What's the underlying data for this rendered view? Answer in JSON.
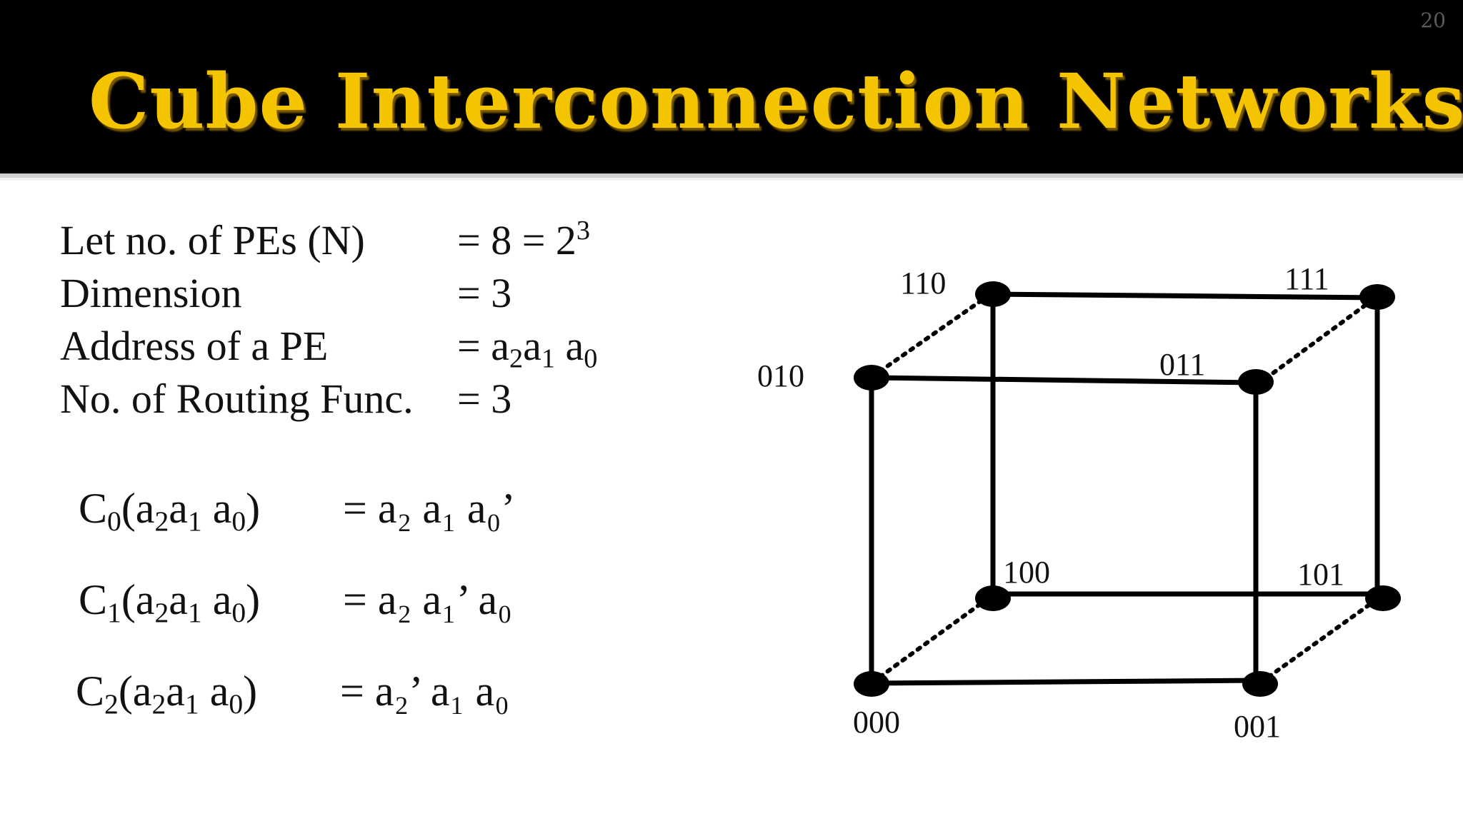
{
  "slide": {
    "number": "20",
    "title": "Cube Interconnection Networks"
  },
  "specs": [
    {
      "label": "Let  no. of PEs (N)",
      "value_main": "= 8 = 2",
      "value_sup": "3"
    },
    {
      "label": "Dimension",
      "value_main": "= 3"
    },
    {
      "label": "Address of a PE",
      "value_main": "=  a",
      "sub1": "2",
      "a1": "a",
      "sub2": "1",
      "a0": " a",
      "sub3": "0"
    },
    {
      "label": "No. of Routing Func.",
      "value_main": "= 3"
    }
  ],
  "functions": [
    {
      "name": "C",
      "name_sub": "0",
      "args_open": "(a",
      "arg_sub_a": "2",
      "arg_mid": "a",
      "arg_sub_b": "1",
      "arg_c": " a",
      "arg_sub_c": "0",
      "args_close": ")",
      "rhs": "= a₂ a₁ a₀’"
    },
    {
      "name": "C",
      "name_sub": "1",
      "args_open": "(a",
      "arg_sub_a": "2",
      "arg_mid": "a",
      "arg_sub_b": "1",
      "arg_c": " a",
      "arg_sub_c": "0",
      "args_close": ")",
      "rhs": "= a₂ a₁’ a₀"
    },
    {
      "name": "C",
      "name_sub": "2",
      "args_open": "(a",
      "arg_sub_a": "2",
      "arg_mid": "a",
      "arg_sub_b": "1",
      "arg_c": " a",
      "arg_sub_c": "0",
      "args_close": ")",
      "rhs": "= a₂’ a₁ a₀"
    }
  ],
  "cube": {
    "node_labels": {
      "n000": "000",
      "n001": "001",
      "n010": "010",
      "n011": "011",
      "n100": "100",
      "n101": "101",
      "n110": "110",
      "n111": "111"
    },
    "colors": {
      "edge": "#000000",
      "node": "#000000",
      "title": "#f5c400"
    }
  }
}
